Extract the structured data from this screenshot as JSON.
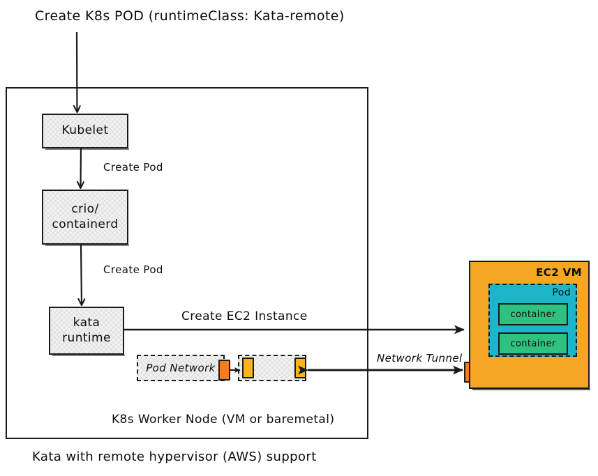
{
  "diagram": {
    "title": "Create K8s POD (runtimeClass: Kata-remote)",
    "caption": "Kata with remote hypervisor (AWS) support",
    "worker_node": {
      "label": "K8s Worker Node (VM or baremetal)",
      "components": [
        {
          "id": "kubelet",
          "label": "Kubelet"
        },
        {
          "id": "crio-containerd",
          "label": "crio/\ncontainerd"
        },
        {
          "id": "kata-runtime",
          "label": "kata\nruntime"
        }
      ],
      "network_boxes": [
        {
          "id": "pod-network",
          "label": "Pod Network"
        },
        {
          "id": "network-relay",
          "label": ""
        }
      ]
    },
    "ec2_vm": {
      "label": "EC2 VM",
      "pod": {
        "label": "Pod",
        "containers": [
          {
            "label": "container"
          },
          {
            "label": "container"
          }
        ]
      }
    },
    "edges": [
      {
        "id": "create-pod-1",
        "label": "Create Pod",
        "from": "kubelet",
        "to": "crio-containerd"
      },
      {
        "id": "create-pod-2",
        "label": "Create Pod",
        "from": "crio-containerd",
        "to": "kata-runtime"
      },
      {
        "id": "create-ec2",
        "label": "Create EC2 Instance",
        "from": "kata-runtime",
        "to": "ec2-vm"
      },
      {
        "id": "network-tunnel",
        "label": "Network Tunnel",
        "from": "network-relay",
        "to": "ec2-vm"
      }
    ],
    "colors": {
      "ec2_vm": "#f5a623",
      "pod": "#1cb5ca",
      "container": "#2ec27e",
      "chip_orange": "#f57c1f",
      "chip_yellow": "#f9b515",
      "stroke": "#1a1a1a",
      "box_fill": "#f1f1f1"
    }
  }
}
